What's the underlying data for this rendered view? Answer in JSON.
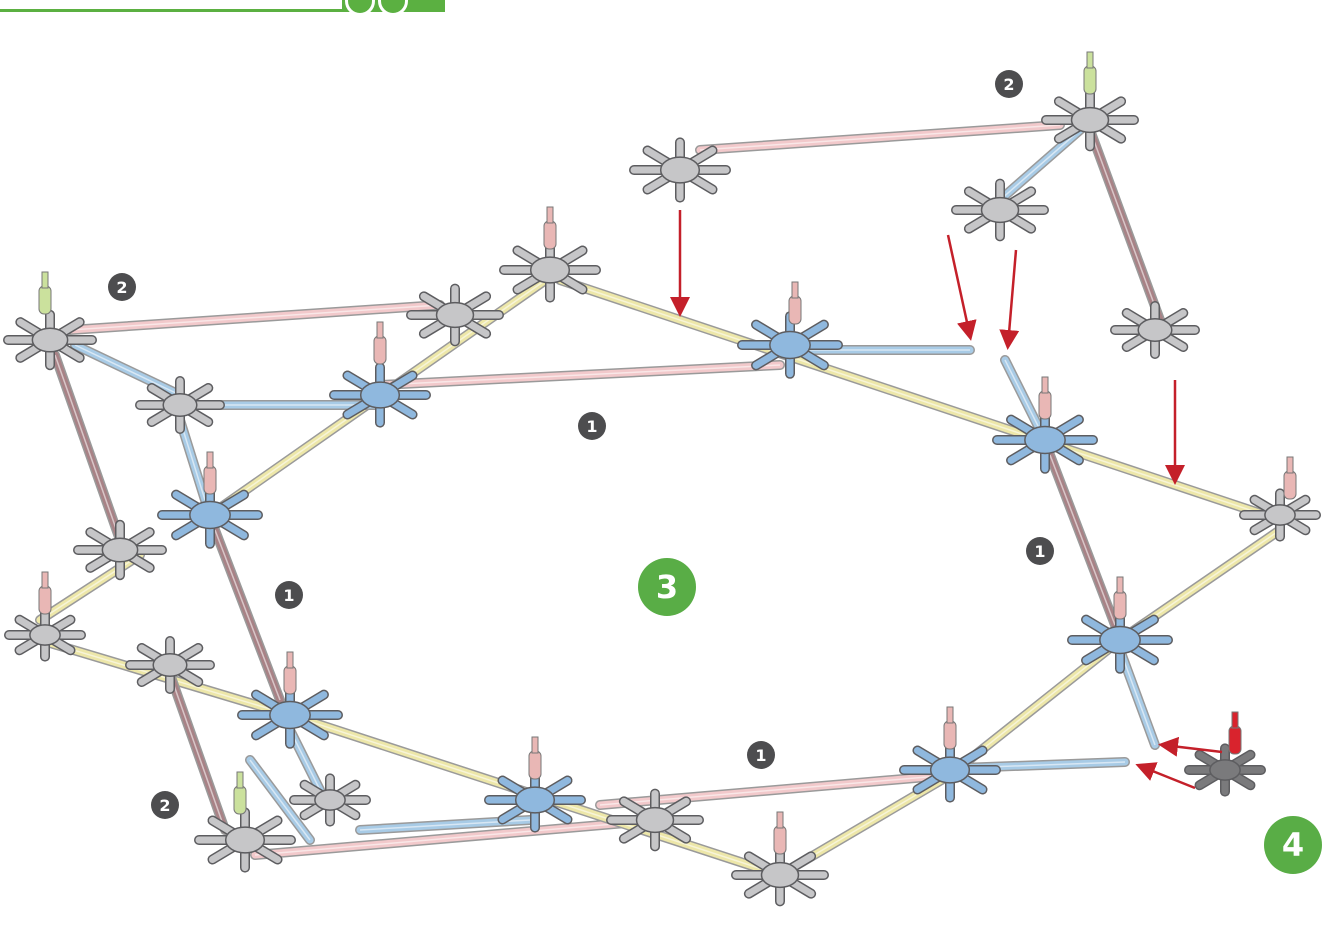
{
  "callouts": {
    "one": "1",
    "two": "2",
    "three": "3",
    "four": "4"
  },
  "colors": {
    "step_green": "#59ad46",
    "callout_grey": "#4d4d4f",
    "rod_pink": "#f2c9cb",
    "rod_yellow": "#ede7a9",
    "rod_blue": "#a8cbe6",
    "rod_brown": "#a88286",
    "connector_grey": "#c6c6c8",
    "connector_blue": "#8fb8de",
    "arrow_red": "#c4202a",
    "cap_pink": "#e9b7b5",
    "cap_green": "#cbe19d",
    "cap_red": "#d9232d"
  },
  "icons": {
    "connector": "knex-connector-icon",
    "rod": "knex-rod-icon",
    "arrow": "assembly-arrow-icon"
  }
}
